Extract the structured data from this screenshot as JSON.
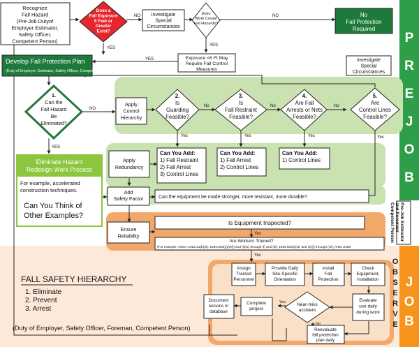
{
  "colors": {
    "green_dark": "#1e7a3a",
    "green_mid": "#8cc63f",
    "green_light": "#c9e2b0",
    "green_band": "#2e9e48",
    "red": "#e5262d",
    "orange": "#f3a86b",
    "orange_light": "#fbe0c8",
    "peach_bg": "#fde9d9",
    "band_orange": "#f7941d"
  },
  "nodes": {
    "recognize": [
      "Recognize",
      "Fall Hazard",
      "(Pre-Job Dutyof",
      "Employer Estimator,",
      "Safety Officer,",
      "Competent Person)"
    ],
    "exposure_q": [
      "Does a",
      "Fall Exposure",
      "6 Feet or",
      "Greater",
      "Exist?"
    ],
    "investigate1": [
      "Investigate",
      "Special",
      "Circumstances"
    ],
    "work_create": [
      "Does",
      "Work Create",
      "Fall Hazards?"
    ],
    "no_protection": [
      "No",
      "Fall Protection",
      "Required"
    ],
    "exposure_lt6": [
      "Exposure <6 Ft May",
      "Require Fall Control",
      "Measures"
    ],
    "investigate2": [
      "Investigate",
      "Special",
      "Circumstances"
    ],
    "develop_title": "Develop Fall Protection Plan",
    "develop_sub": "(Duty of Employer, Estimator, Safety Officer, Competent Person)",
    "q1": [
      "1.",
      "Can the",
      "Fall Hazard",
      "Be",
      "Eliminated?"
    ],
    "apply_control": [
      "Apply",
      "Control",
      "Hierarchy"
    ],
    "q2": [
      "2.",
      "Is",
      "Guarding",
      "Feasible?"
    ],
    "q3": [
      "3.",
      "Is",
      "Fall Restraint",
      "Feasible?"
    ],
    "q4": [
      "4.",
      "Are Fall",
      "Arrests or Nets",
      "Feasible?"
    ],
    "q5": [
      "5.",
      "Are",
      "Control Lines",
      "Feasible?"
    ],
    "eliminate_title": [
      "Eliminate Hazard",
      "Redesign Work Process"
    ],
    "eliminate_body": [
      "For example, accelerated",
      "construction techniques."
    ],
    "think": [
      "Can You Think of",
      "Other Examples?"
    ],
    "apply_redundancy": [
      "Apply",
      "Redundancy"
    ],
    "add1_title": "Can You Add:",
    "add1": [
      "1) Fall Restraint",
      "2) Fall Arrest",
      "3) Control Lines"
    ],
    "add2_title": "Can You Add:",
    "add2": [
      "1) Fall Arrest",
      "2) Control Lines"
    ],
    "add3_title": "Can You Add:",
    "add3": [
      "1) Control Lines"
    ],
    "add_safety": [
      "Add",
      "Safety Factor"
    ],
    "stronger": "Can the equipment be made stronger, more resistant, more durable?",
    "ensure": [
      "Ensure",
      "Reliability"
    ],
    "inspected": "Is Equipment Inspected?",
    "workers_trained": "Are Workers Trained?",
    "workers_example": "(For example: OSHA 1926.21(b)(2); 1926.500(g)(6)(i) and (ii)(a) through (f) and (iii); 1926.503(a)(1) and (2)(i) through (vii); ANSI Z359",
    "assign": [
      "Assign",
      "Trained",
      "Personnel"
    ],
    "orientation": [
      "Provide Daily",
      "Site-Specific",
      "Orientation"
    ],
    "install": [
      "Install",
      "Fall",
      "Protection"
    ],
    "check": [
      "Check",
      "Equipment,",
      "Installation"
    ],
    "document": [
      "Document",
      "lessons in",
      "database"
    ],
    "complete": [
      "Complete",
      "project"
    ],
    "near_miss": [
      "Near-miss",
      "accident"
    ],
    "evaluate": [
      "Evaluate",
      "use daily",
      "during work"
    ],
    "reevaluate": [
      "Reevaluate",
      "fall protection",
      "plan daily"
    ],
    "right_box": [
      "Pre-Job Estimator",
      "and Foreman/",
      "Competent Person"
    ]
  },
  "labels": {
    "yes": "YES",
    "no": "NO",
    "yes_lc": "Yes",
    "no_lc": "No"
  },
  "hierarchy": {
    "title": "FALL SAFETY HIERARCHY",
    "items": [
      "1. Eliminate",
      "2. Prevent",
      "3. Arrest"
    ]
  },
  "bottom_note": "(Duty of Employer, Safety Officer, Foreman, Competent Person)",
  "side_band": {
    "prejob": [
      "P",
      "R",
      "E",
      "J",
      "O",
      "B"
    ],
    "observe": [
      "O",
      "B",
      "S",
      "E",
      "R",
      "V",
      "E"
    ],
    "job": [
      "J",
      "O",
      "B"
    ]
  }
}
